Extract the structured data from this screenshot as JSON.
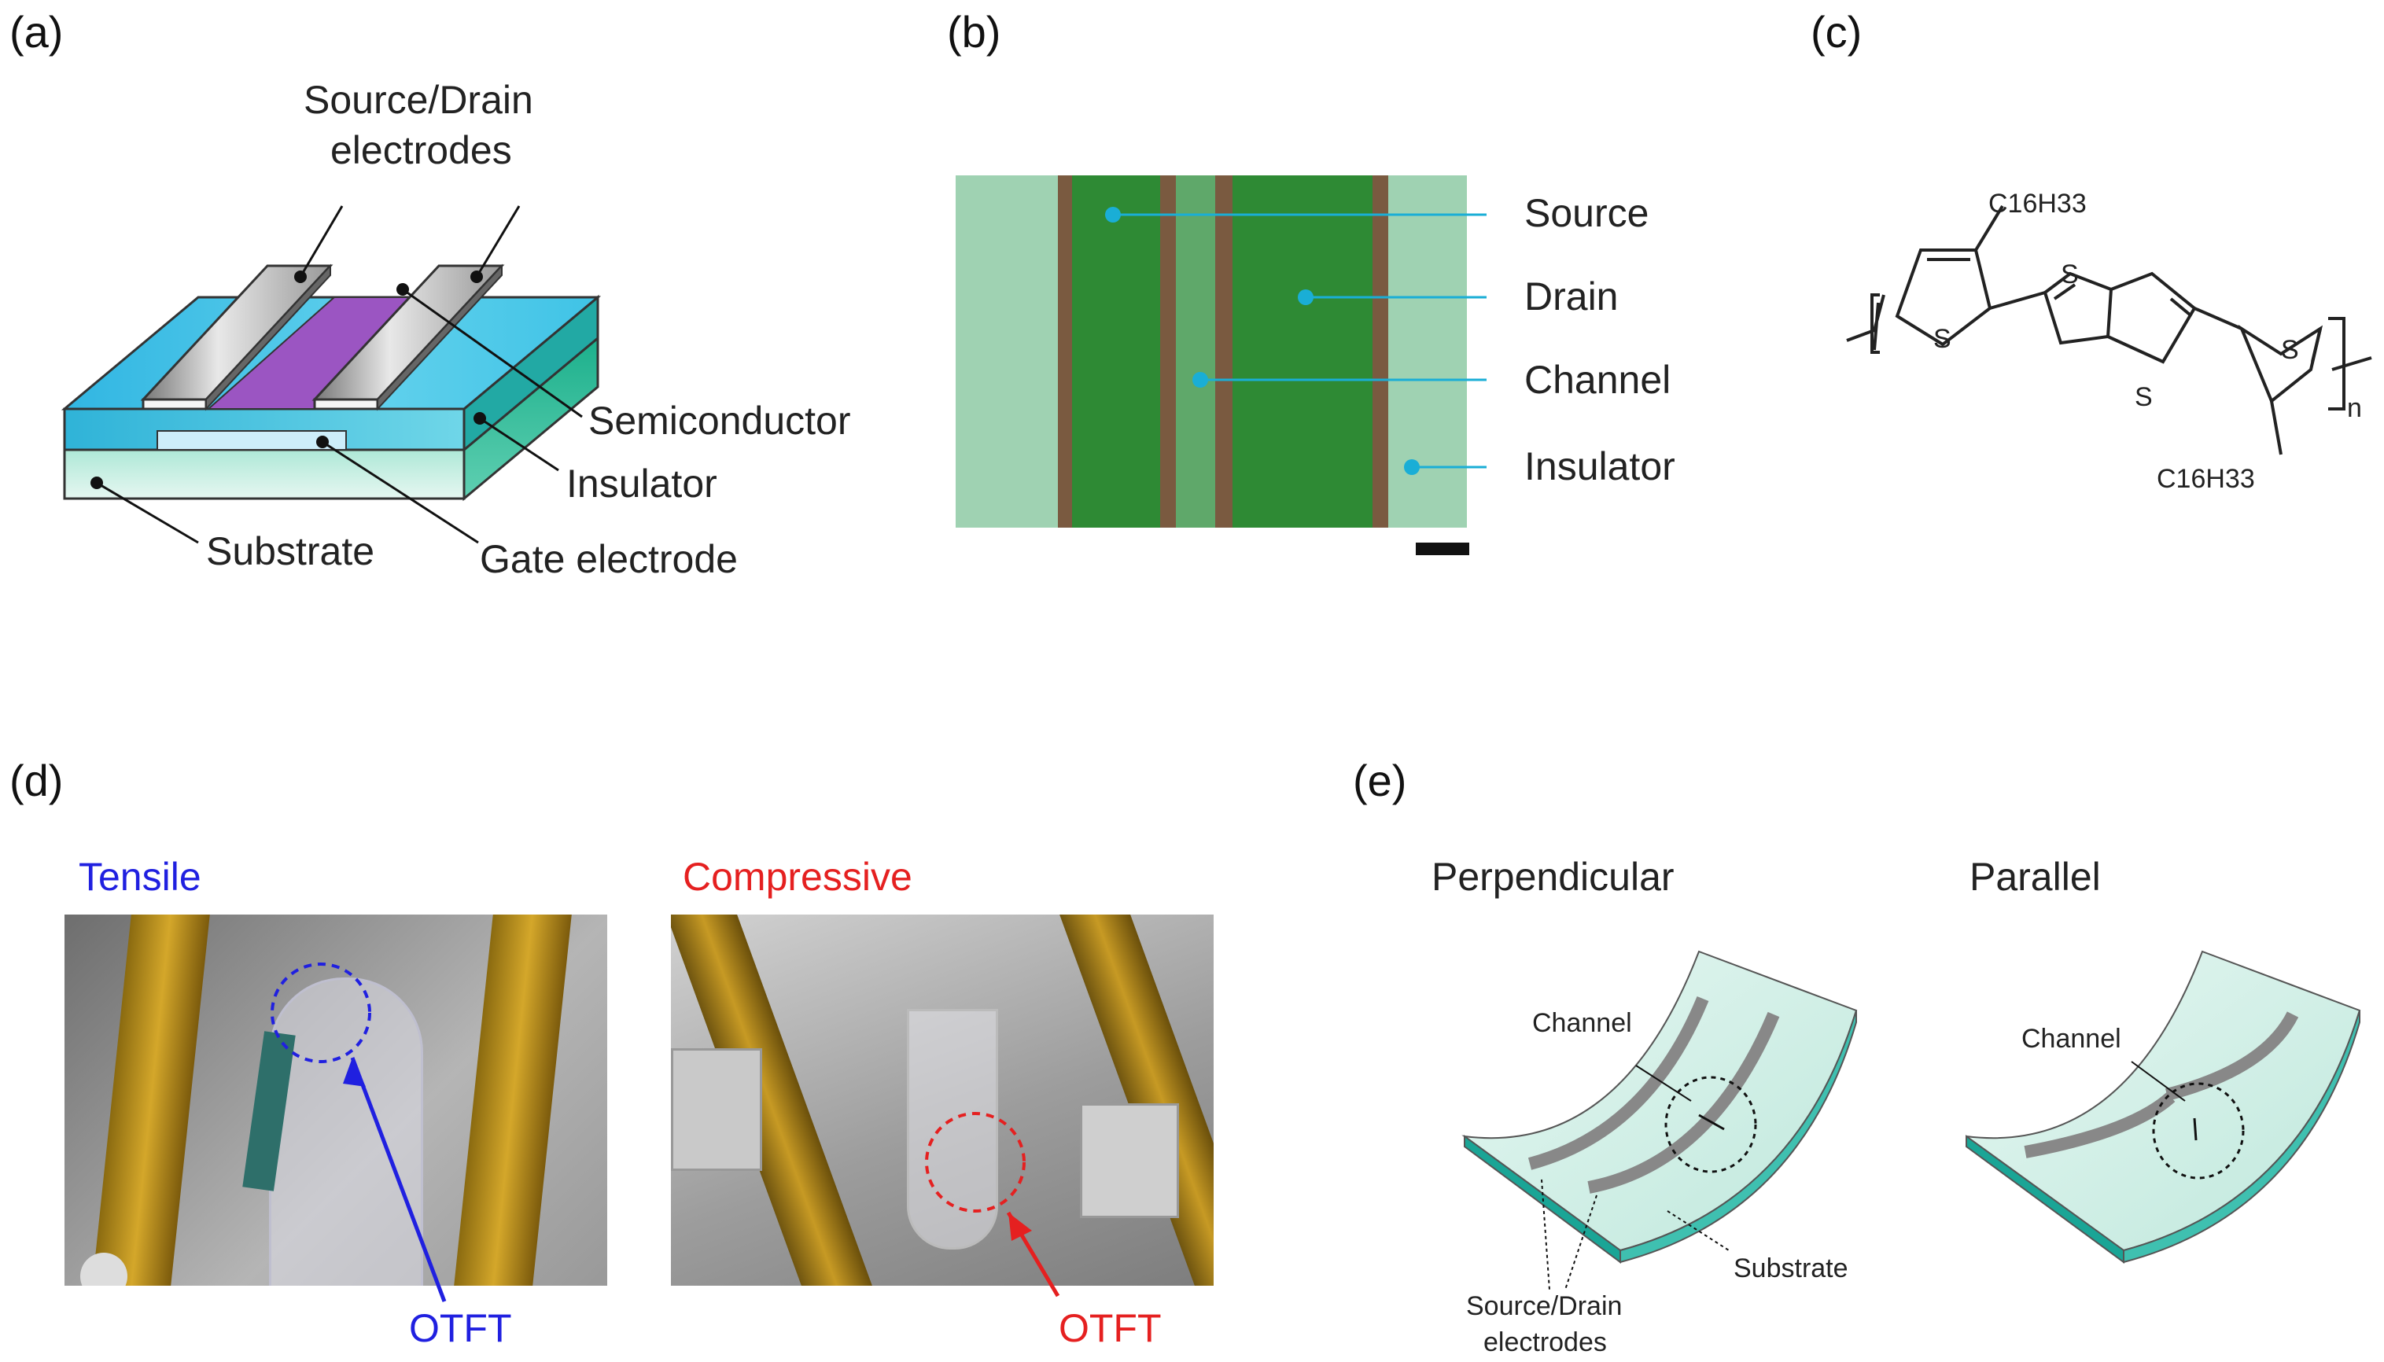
{
  "panels": {
    "a": {
      "label": "(a)",
      "source_drain": "Source/Drain",
      "electrodes": "electrodes",
      "semiconductor": "Semiconductor",
      "insulator": "Insulator",
      "substrate": "Substrate",
      "gate_electrode": "Gate electrode"
    },
    "b": {
      "label": "(b)",
      "source": "Source",
      "drain": "Drain",
      "channel": "Channel",
      "insulator": "Insulator"
    },
    "c": {
      "label": "(c)",
      "r_top": "C16H33",
      "r_bottom": "C16H33",
      "s_labels": [
        "S",
        "S",
        "S",
        "S"
      ],
      "repeat": "n"
    },
    "d": {
      "label": "(d)",
      "tensile": "Tensile",
      "compressive": "Compressive",
      "otft_left": "OTFT",
      "otft_right": "OTFT",
      "colors": {
        "tensile": "#2020e0",
        "compressive": "#e52020"
      }
    },
    "e": {
      "label": "(e)",
      "perpendicular": "Perpendicular",
      "parallel": "Parallel",
      "channel_left": "Channel",
      "channel_right": "Channel",
      "substrate": "Substrate",
      "source_drain": "Source/Drain",
      "electrodes": "electrodes"
    }
  }
}
